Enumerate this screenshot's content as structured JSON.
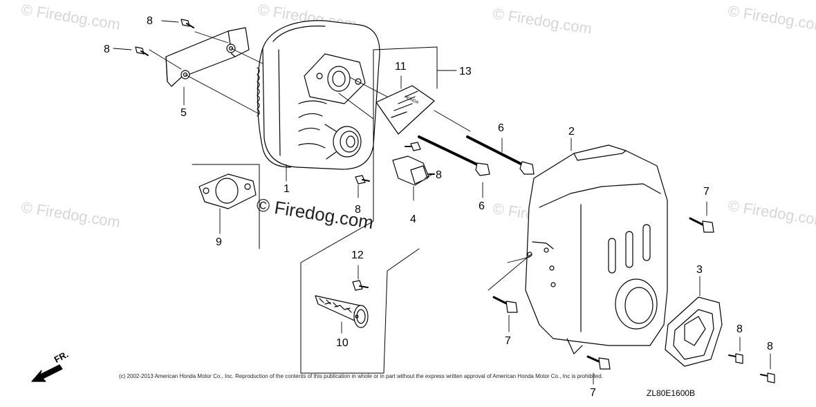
{
  "watermarks": {
    "text": "© Firedog.com",
    "main_text": "© Firedog.com"
  },
  "callouts": [
    {
      "id": "8a",
      "label": "8"
    },
    {
      "id": "8b",
      "label": "8"
    },
    {
      "id": "5",
      "label": "5"
    },
    {
      "id": "1",
      "label": "1"
    },
    {
      "id": "11",
      "label": "11"
    },
    {
      "id": "13",
      "label": "13"
    },
    {
      "id": "6a",
      "label": "6"
    },
    {
      "id": "2",
      "label": "2"
    },
    {
      "id": "8c",
      "label": "8"
    },
    {
      "id": "8d",
      "label": "8"
    },
    {
      "id": "4",
      "label": "4"
    },
    {
      "id": "6b",
      "label": "6"
    },
    {
      "id": "7a",
      "label": "7"
    },
    {
      "id": "9",
      "label": "9"
    },
    {
      "id": "12",
      "label": "12"
    },
    {
      "id": "10",
      "label": "10"
    },
    {
      "id": "7b",
      "label": "7"
    },
    {
      "id": "3",
      "label": "3"
    },
    {
      "id": "8e",
      "label": "8"
    },
    {
      "id": "8f",
      "label": "8"
    },
    {
      "id": "7c",
      "label": "7"
    }
  ],
  "plate_label": "HONDA",
  "front_arrow_label": "FR.",
  "copyright": "(c) 2002-2013 American Honda Motor Co., Inc. Reproduction of the contents of this publication in whole or in part without the express written approval of American Honda Motor Co., Inc is prohibited.",
  "drawing_code": "ZL80E1600B"
}
